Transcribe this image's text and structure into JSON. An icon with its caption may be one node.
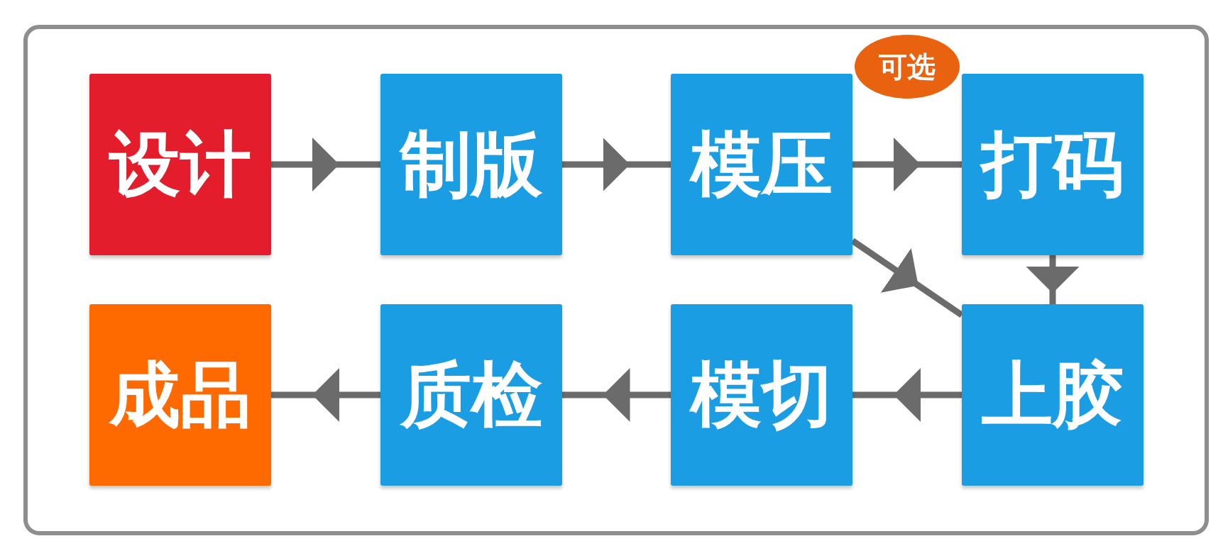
{
  "diagram": {
    "nodes": [
      {
        "text": [
          "设计"
        ]
      },
      {
        "text": [
          "制版"
        ]
      },
      {
        "text": [
          "模压"
        ]
      },
      {
        "text": [
          "打码"
        ]
      },
      {
        "text": [
          "上胶"
        ]
      },
      {
        "text": [
          "模切"
        ]
      },
      {
        "text": [
          "质检"
        ]
      },
      {
        "text": [
          "成品"
        ]
      },
      {
        "text": [
          "可选"
        ]
      }
    ],
    "edges": [
      {
        "from": 0,
        "to": 1,
        "arrow": "to"
      },
      {
        "from": 1,
        "to": 2,
        "arrow": "to"
      },
      {
        "from": 2,
        "to": 3,
        "arrow": "to"
      },
      {
        "from": 3,
        "to": 4,
        "arrow": "to"
      },
      {
        "from": 2,
        "to": 4,
        "arrow": "to"
      },
      {
        "from": 4,
        "to": 5,
        "arrow": "to"
      },
      {
        "from": 5,
        "to": 6,
        "arrow": "to"
      },
      {
        "from": 6,
        "to": 7,
        "arrow": "to"
      }
    ]
  }
}
